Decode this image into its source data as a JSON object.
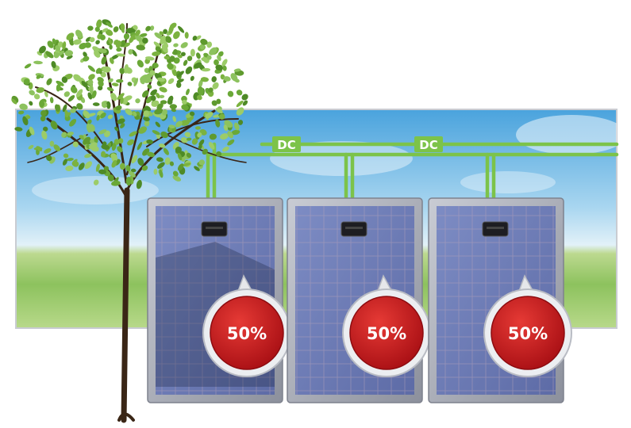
{
  "wires": {
    "label_1": "DC",
    "label_2": "DC",
    "color": "#7cc34a"
  },
  "panels": [
    {
      "output_label": "50%",
      "shaded": true
    },
    {
      "output_label": "50%",
      "shaded": false
    },
    {
      "output_label": "50%",
      "shaded": false
    }
  ],
  "colors": {
    "badge_red": "#c8151b",
    "panel_blue": "#6f7fb8",
    "frame_gray": "#a9adb8",
    "grass": "#8dc25e",
    "sky": "#9fd0ee",
    "foliage": "#6fa535",
    "trunk": "#3a2616"
  }
}
